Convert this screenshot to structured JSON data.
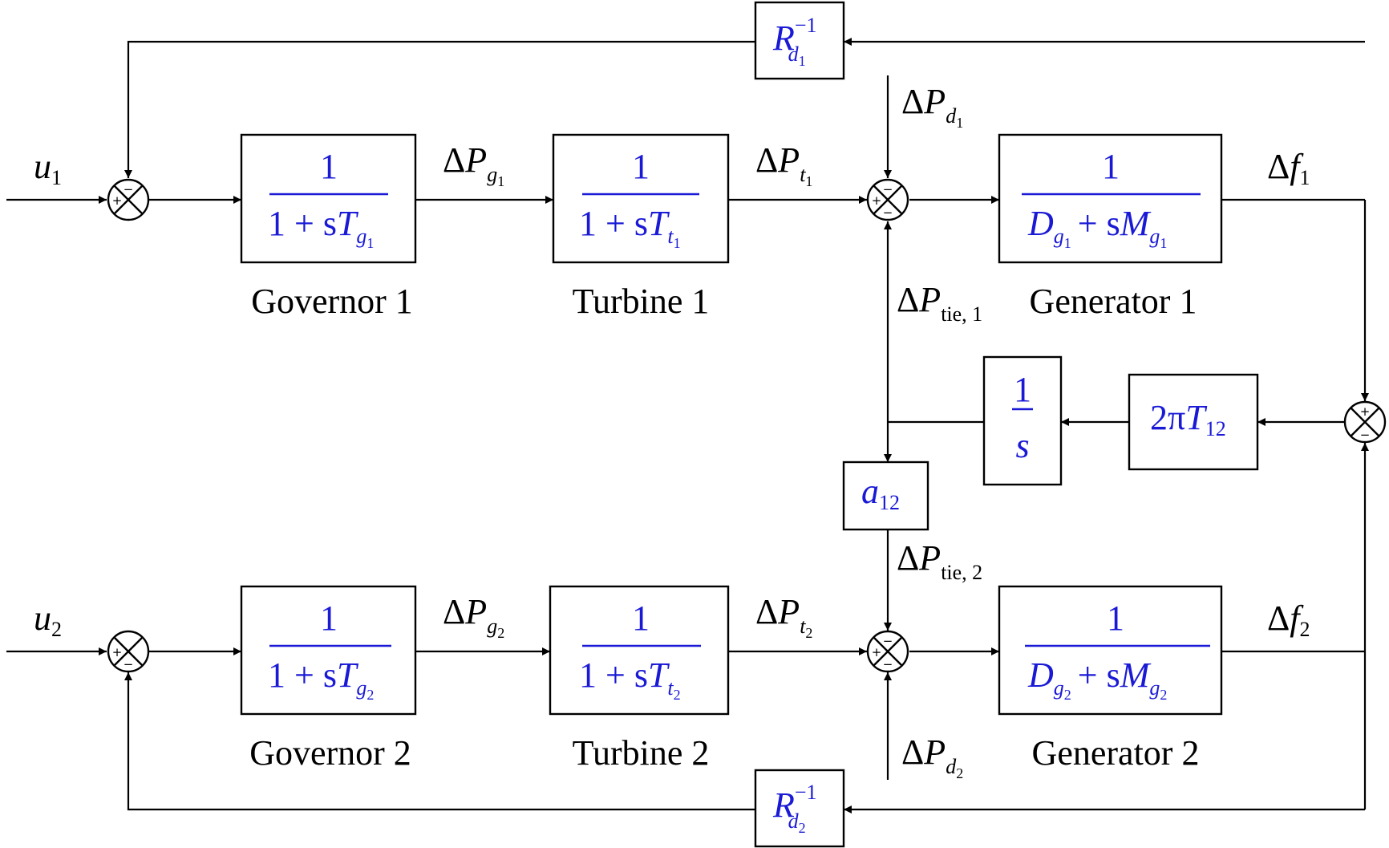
{
  "blocks": {
    "gov1": {
      "num": "1",
      "den_a": "1 + s",
      "den_b": "T",
      "sub": "g",
      "subsub": "1"
    },
    "turb1": {
      "num": "1",
      "den_a": "1 + s",
      "den_b": "T",
      "sub": "t",
      "subsub": "1"
    },
    "gen1": {
      "num": "1",
      "d": "D",
      "d_sub": "g",
      "d_subsub": "1",
      "plus": "+ s",
      "m": "M",
      "m_sub": "g",
      "m_subsub": "1"
    },
    "gov2": {
      "num": "1",
      "den_a": "1 + s",
      "den_b": "T",
      "sub": "g",
      "subsub": "2"
    },
    "turb2": {
      "num": "1",
      "den_a": "1 + s",
      "den_b": "T",
      "sub": "t",
      "subsub": "2"
    },
    "gen2": {
      "num": "1",
      "d": "D",
      "d_sub": "g",
      "d_subsub": "2",
      "plus": "+ s",
      "m": "M",
      "m_sub": "g",
      "m_subsub": "2"
    },
    "r1": {
      "base": "R",
      "sup": "−1",
      "sub": "d",
      "subsub": "1"
    },
    "r2": {
      "base": "R",
      "sup": "−1",
      "sub": "d",
      "subsub": "2"
    },
    "integrator": {
      "num": "1",
      "den": "s"
    },
    "sync": {
      "a": "2π",
      "b": "T",
      "sub": "12"
    },
    "a12": {
      "base": "a",
      "sub": "12"
    }
  },
  "captions": {
    "gov1": "Governor 1",
    "turb1": "Turbine 1",
    "gen1": "Generator 1",
    "gov2": "Governor 2",
    "turb2": "Turbine 2",
    "gen2": "Generator 2"
  },
  "signals": {
    "u1": {
      "base": "u",
      "sub": "1"
    },
    "u2": {
      "base": "u",
      "sub": "2"
    },
    "dpg1": {
      "delta": "Δ",
      "base": "P",
      "sub": "g",
      "subsub": "1"
    },
    "dpt1": {
      "delta": "Δ",
      "base": "P",
      "sub": "t",
      "subsub": "1"
    },
    "dpd1": {
      "delta": "Δ",
      "base": "P",
      "sub": "d",
      "subsub": "1"
    },
    "df1": {
      "delta": "Δ",
      "base": "f",
      "sub": "1"
    },
    "dptie1": {
      "delta": "Δ",
      "base": "P",
      "sub": "tie, 1"
    },
    "dpg2": {
      "delta": "Δ",
      "base": "P",
      "sub": "g",
      "subsub": "2"
    },
    "dpt2": {
      "delta": "Δ",
      "base": "P",
      "sub": "t",
      "subsub": "2"
    },
    "dpd2": {
      "delta": "Δ",
      "base": "P",
      "sub": "d",
      "subsub": "2"
    },
    "df2": {
      "delta": "Δ",
      "base": "f",
      "sub": "2"
    },
    "dptie2": {
      "delta": "Δ",
      "base": "P",
      "sub": "tie, 2"
    }
  },
  "signs": {
    "plus": "+",
    "minus": "−"
  },
  "colors": {
    "block_text": "#1a1ad6",
    "line": "#000000"
  }
}
